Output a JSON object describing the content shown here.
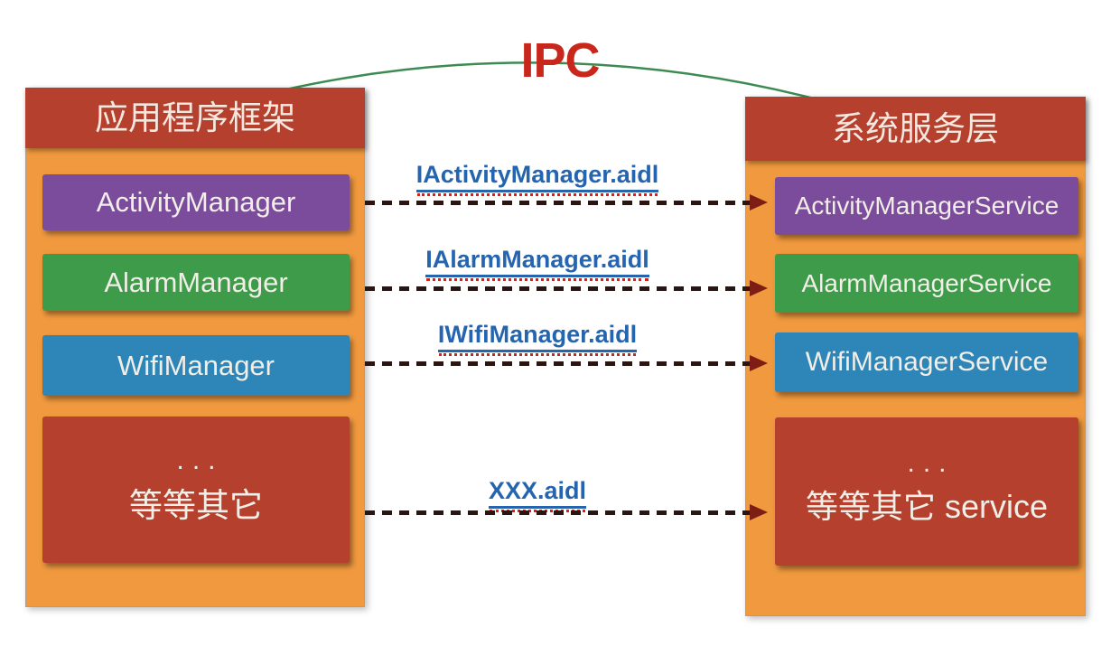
{
  "title": "IPC",
  "left_column": {
    "header": "应用程序框架",
    "boxes": [
      {
        "label": "ActivityManager"
      },
      {
        "label": "AlarmManager"
      },
      {
        "label": "WifiManager"
      },
      {
        "dots": "...",
        "label": "等等其它"
      }
    ]
  },
  "right_column": {
    "header": "系统服务层",
    "boxes": [
      {
        "label": "ActivityManagerService"
      },
      {
        "label": "AlarmManagerService"
      },
      {
        "label": "WifiManagerService"
      },
      {
        "dots": "...",
        "label": "等等其它 service"
      }
    ]
  },
  "connections": [
    {
      "label": "IActivityManager.aidl"
    },
    {
      "label": "IAlarmManager.aidl"
    },
    {
      "label": "IWifiManager.aidl"
    },
    {
      "label": "XXX.aidl"
    }
  ],
  "colors": {
    "column_orange": "#F0993E",
    "header_red": "#B4402D",
    "box_purple": "#7B4C9C",
    "box_green": "#3E9B49",
    "box_blue": "#2E86B8",
    "box_red": "#B4402D",
    "title_red": "#C9271B",
    "arc_green": "#3D8B52",
    "link_blue": "#2565B0",
    "link_dotted_red": "#CF241C",
    "dash_dark": "#2B1512",
    "arrowhead_maroon": "#7E1D14"
  }
}
